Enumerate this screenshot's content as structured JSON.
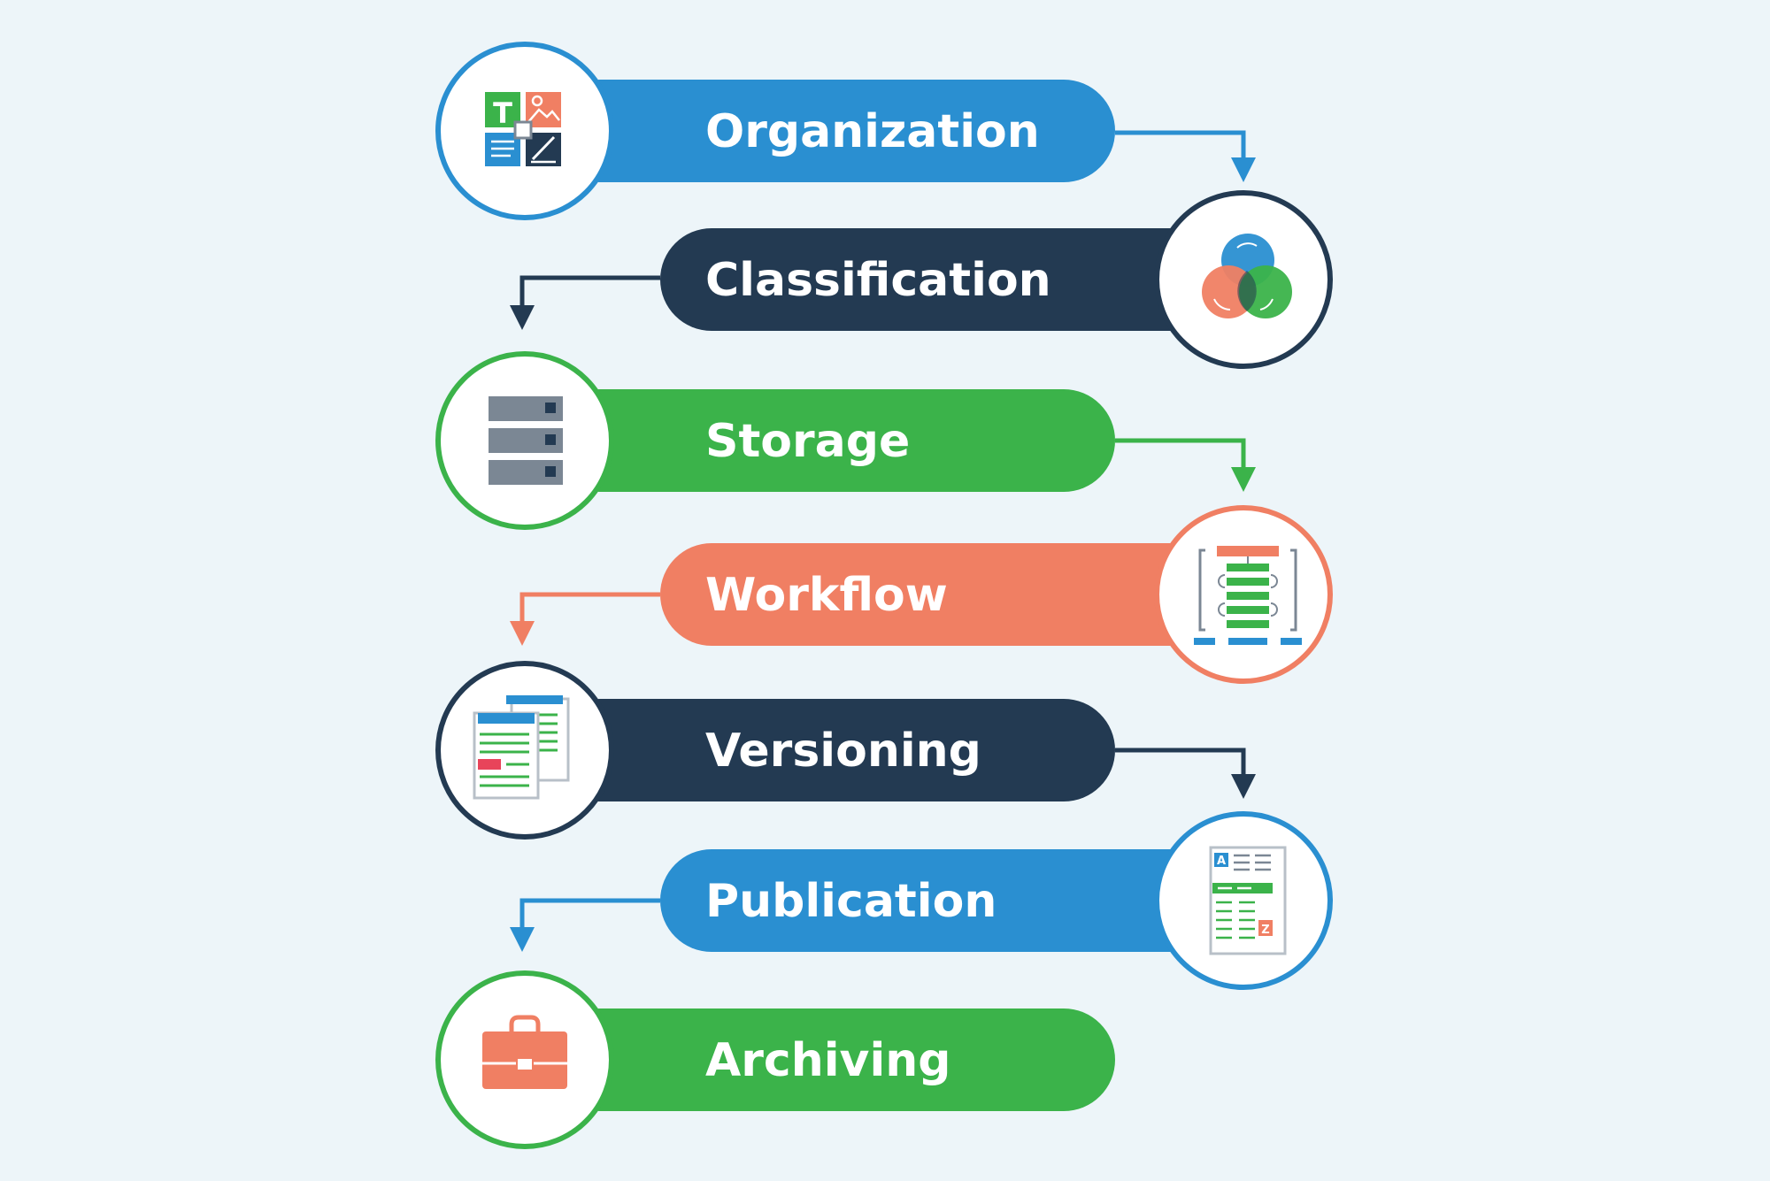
{
  "colors": {
    "background": "#edf5f9",
    "blue": "#2a8fd1",
    "navy": "#233a52",
    "green": "#3bb34a",
    "coral": "#f07f63",
    "gray": "#7b8794",
    "white": "#ffffff"
  },
  "steps": [
    {
      "label": "Organization",
      "color": "blue",
      "icon": "content-tiles-icon"
    },
    {
      "label": "Classification",
      "color": "navy",
      "icon": "venn-circles-icon"
    },
    {
      "label": "Storage",
      "color": "green",
      "icon": "server-rack-icon"
    },
    {
      "label": "Workflow",
      "color": "coral",
      "icon": "workflow-board-icon"
    },
    {
      "label": "Versioning",
      "color": "navy",
      "icon": "document-versions-icon"
    },
    {
      "label": "Publication",
      "color": "blue",
      "icon": "a-z-document-icon"
    },
    {
      "label": "Archiving",
      "color": "green",
      "icon": "briefcase-icon"
    }
  ],
  "icon_glyphs": {
    "tile_letter": "T",
    "index_start": "A",
    "index_end": "Z"
  }
}
